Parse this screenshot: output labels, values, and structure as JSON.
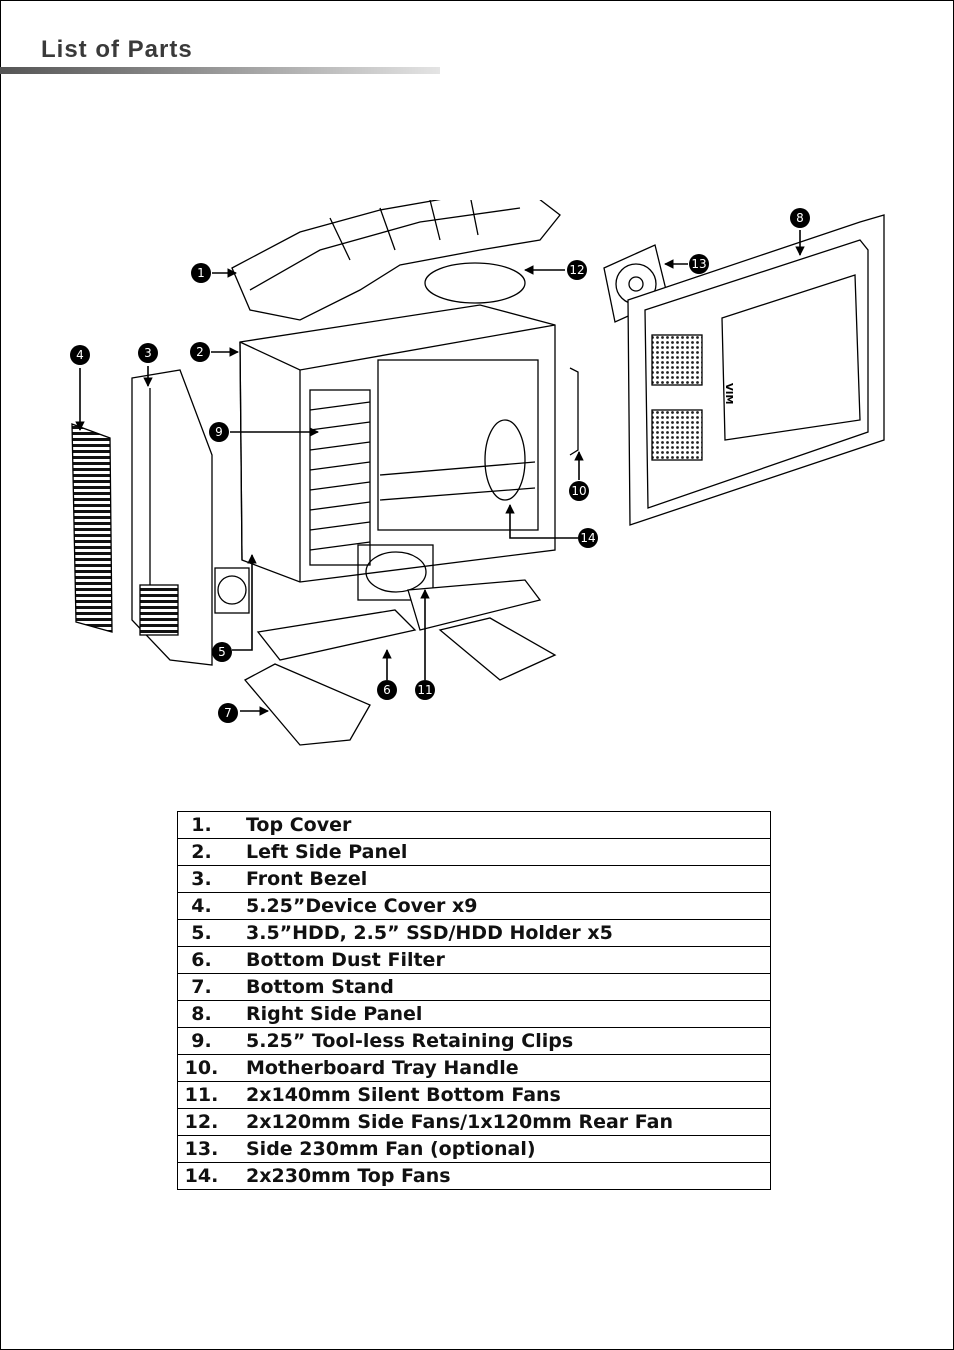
{
  "page": {
    "title": "List of Parts"
  },
  "diagram": {
    "callouts": [
      "1",
      "2",
      "3",
      "4",
      "5",
      "6",
      "7",
      "8",
      "9",
      "10",
      "11",
      "12",
      "13",
      "14"
    ],
    "panel_badge": "VIM"
  },
  "parts": [
    {
      "num": "1.",
      "name": "Top Cover"
    },
    {
      "num": "2.",
      "name": "Left Side Panel"
    },
    {
      "num": "3.",
      "name": "Front Bezel"
    },
    {
      "num": "4.",
      "name": "5.25”Device Cover x9"
    },
    {
      "num": "5.",
      "name": "3.5”HDD, 2.5” SSD/HDD Holder x5"
    },
    {
      "num": "6.",
      "name": "Bottom Dust Filter"
    },
    {
      "num": "7.",
      "name": "Bottom Stand"
    },
    {
      "num": "8.",
      "name": "Right Side Panel"
    },
    {
      "num": "9.",
      "name": "5.25” Tool-less Retaining Clips"
    },
    {
      "num": "10.",
      "name": "Motherboard Tray Handle"
    },
    {
      "num": "11.",
      "name": "2x140mm Silent Bottom Fans"
    },
    {
      "num": "12.",
      "name": "2x120mm Side Fans/1x120mm Rear Fan"
    },
    {
      "num": "13.",
      "name": "Side 230mm Fan (optional)"
    },
    {
      "num": "14.",
      "name": "2x230mm Top Fans"
    }
  ]
}
